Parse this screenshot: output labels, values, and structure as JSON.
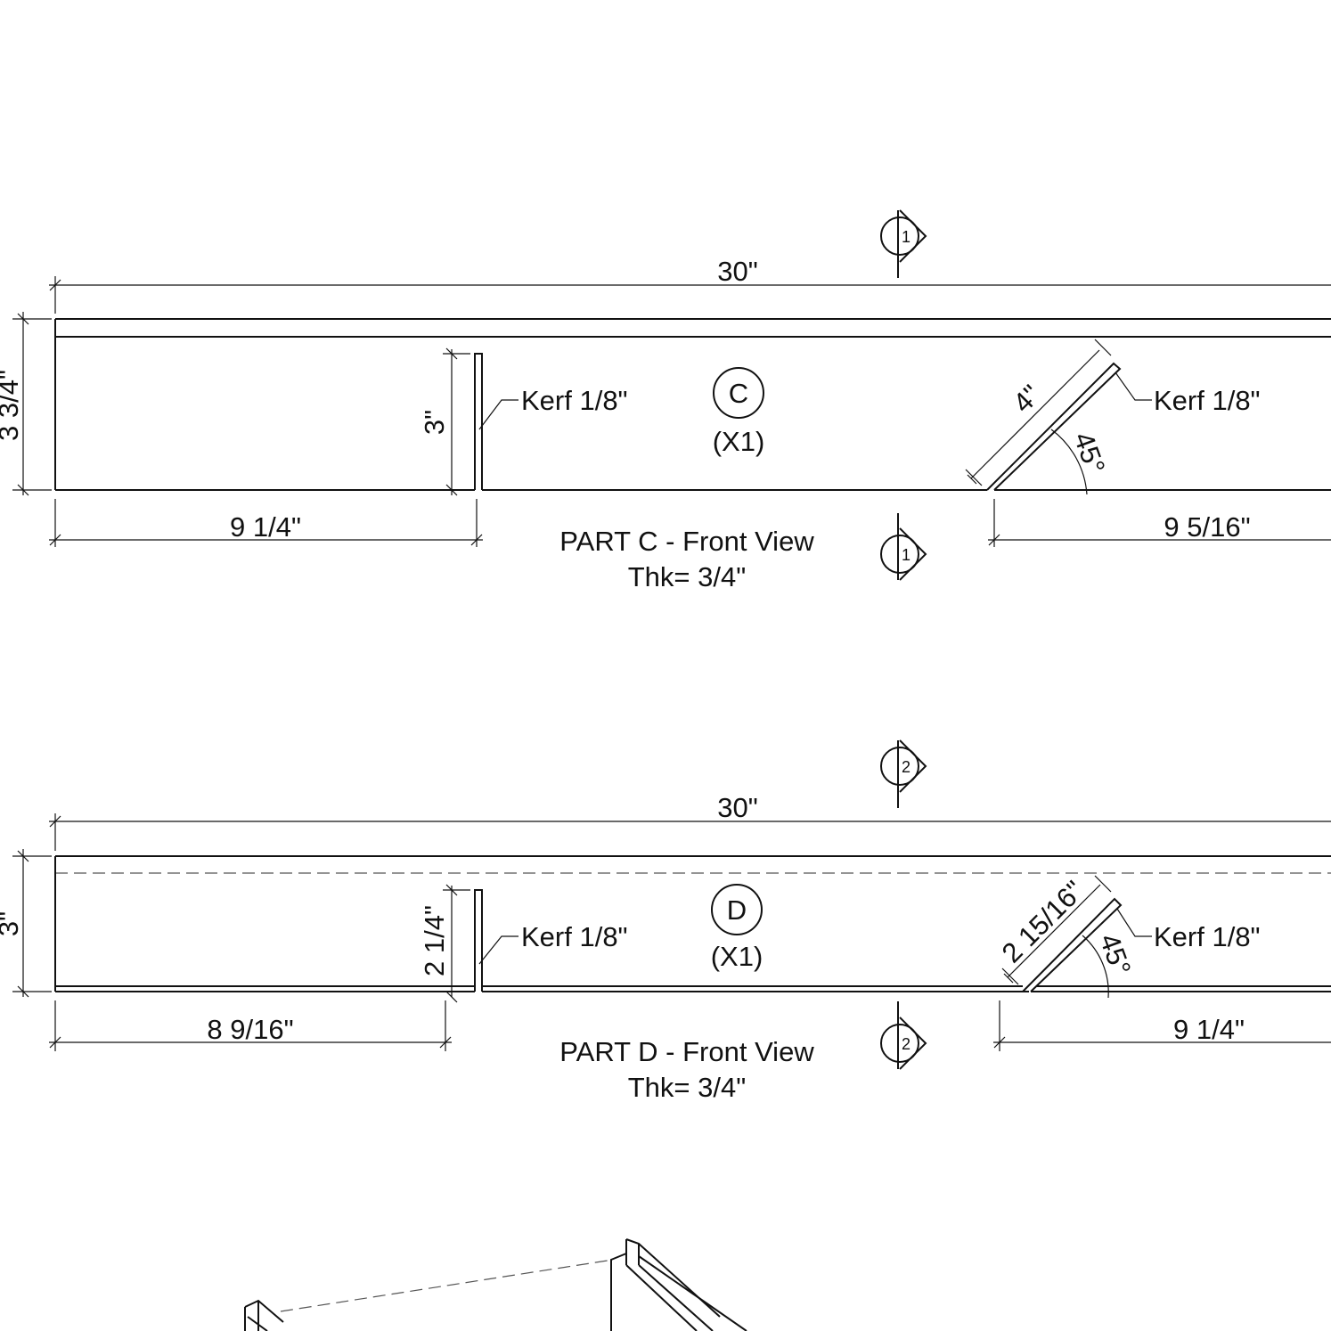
{
  "part_c": {
    "overall_length": "30\"",
    "height": "3 3/4\"",
    "slot_depth": "3\"",
    "kerf_left": "Kerf 1/8\"",
    "kerf_right": "Kerf 1/8\"",
    "part_letter": "C",
    "quantity": "(X1)",
    "angled_length": "4\"",
    "angle": "45°",
    "left_offset": "9 1/4\"",
    "right_offset": "9 5/16\"",
    "title": "PART C - Front View",
    "thickness": "Thk= 3/4\"",
    "section_marker": "1"
  },
  "part_d": {
    "overall_length": "30\"",
    "height": "3\"",
    "slot_depth": "2 1/4\"",
    "kerf_left": "Kerf 1/8\"",
    "kerf_right": "Kerf 1/8\"",
    "part_letter": "D",
    "quantity": "(X1)",
    "angled_length": "2 15/16\"",
    "angle": "45°",
    "left_offset": "8 9/16\"",
    "right_offset": "9 1/4\"",
    "title": "PART D - Front View",
    "thickness": "Thk= 3/4\"",
    "section_marker": "2"
  }
}
